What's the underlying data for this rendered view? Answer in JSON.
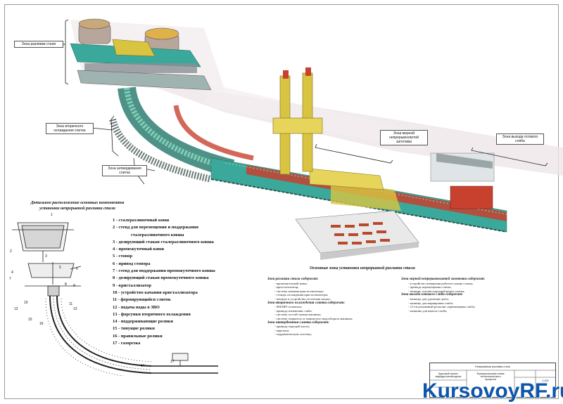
{
  "zones": {
    "casting": "Зона разливки стали",
    "secondary_cooling": "Зона вторичного охлаждения слитка",
    "solidification": "Зона затвердевания слитка",
    "first_cut": "Зона мерной непрерывнолитой заготовки",
    "finished_slab": "Зона выхода готового сляба"
  },
  "caption_detail": "Детальное расположение основных компонентов установки непрерывной разливки стали",
  "caption_main_zones": "Основные зоны установки непрерывной разливки стали",
  "legend": [
    "1 - сталеразливочный ковш",
    "2 - стенд для перемещения и поддержания",
    "сталеразливочного ковша",
    "3 - дозирующий стакан сталеразливочного ковша",
    "4 - промежуточный ковш",
    "5 - стопор",
    "6 - привод стопора",
    "7 - стенд для поддержания проможуточного ковша",
    "8 - дозирующий стакан промежуточного ковша",
    "9 - кристаллизатор",
    "10 - устройство качания кристаллизатора",
    "11 - формирующийся слиток",
    "12 - подача воды в ЗВО",
    "13 - форсунки вторичного охлаждения",
    "14 - поддерживающие ролики",
    "15 - тянущие ролики",
    "16 - правильные ролики",
    "17 - газорезка"
  ],
  "sections": {
    "casting": {
      "title": "Зона разливки стали содержит:",
      "items": [
        "- промежуточный ковш;",
        "- кристаллизатор;",
        "- систему качания кристаллизатора;",
        "- стенды охлаждения кристаллизатора;",
        "- пенную и устройство отсечения шлака;"
      ]
    },
    "secondary": {
      "title": "Зона вторичного охлаждения слитка содержит:",
      "items": [
        "- SMART-сегменты;",
        "- привода изменения сляба;",
        "- систему густой смазки машины;",
        "- систему открытого и замкнутого водооборота машины;"
      ]
    },
    "solidification": {
      "title": "Зона затвердевания слитка содержит:",
      "items": [
        "- привода тянущей клети;",
        "- веретено;",
        "- гидравлическую систему;"
      ]
    },
    "first_cut": {
      "title": "Зона мерной непрерывнолитой заготовки содержит:",
      "items": [
        "- устройство измерения рабочего конца слитка;",
        "- привода перемещения слитка;",
        "- машину газокислородной резки слитка;"
      ]
    },
    "finished": {
      "title": "Зона выхода готового слиба содержит:",
      "items": [
        "- машину для удаления грата;",
        "- машину для маркировки сляба;",
        "- 12-ти роликовый рольганг перемещения слиба;",
        "- машины для вывоза слиба;"
      ]
    }
  },
  "part_numbers": [
    "1",
    "2",
    "3",
    "4",
    "5",
    "6",
    "7",
    "8",
    "9",
    "10",
    "11",
    "12",
    "13",
    "14",
    "15",
    "16",
    "17"
  ],
  "title_block": {
    "doc_title": "Непрерывная разливка стали",
    "left_cell": "Курсовой проект\nкафедра металлургии",
    "mid_cell": "Функциональная схема\nтехнологического\nпроцесса",
    "right_cell": "1:100"
  },
  "watermark": "KursovoyRF.ru",
  "colors": {
    "teal": "#3aa89a",
    "yellow": "#d9c441",
    "red": "#c8412f",
    "grey": "#8a8f94",
    "link": "#0d56a8"
  }
}
